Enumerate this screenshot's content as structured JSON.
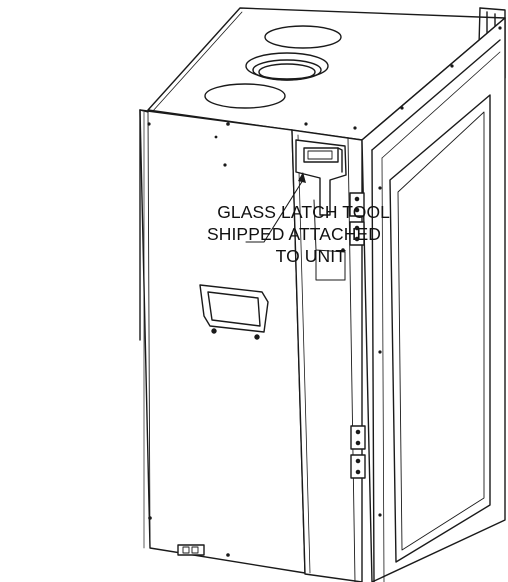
{
  "callout": {
    "line1": "GLASS LATCH TOOL",
    "line2": "SHIPPED ATTACHED",
    "line3": "TO UNIT"
  },
  "colors": {
    "line": "#1a1a1a",
    "panel": "#ffffff",
    "background": "#ffffff"
  }
}
